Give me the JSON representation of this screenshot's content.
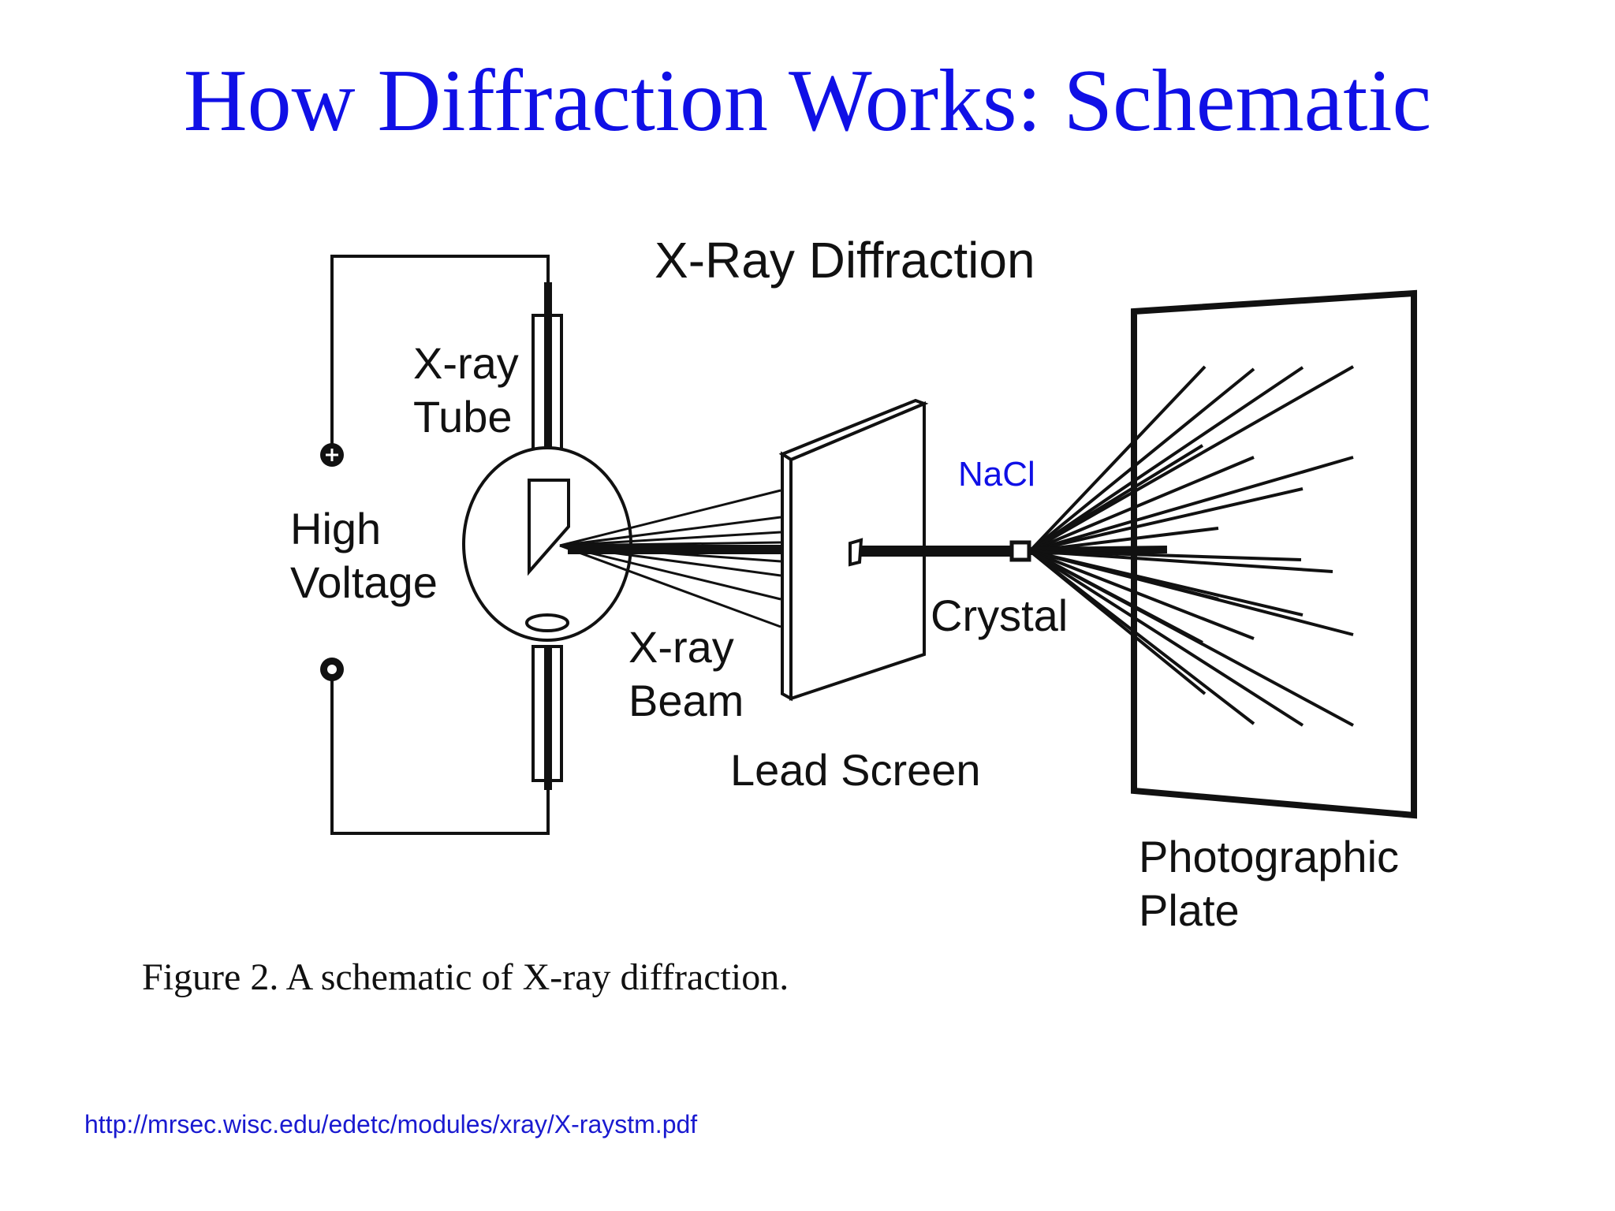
{
  "slide": {
    "title": "How Diffraction Works: Schematic",
    "caption": "Figure 2.  A schematic of X-ray diffraction.",
    "source_url": "http://mrsec.wisc.edu/edetc/modules/xray/X-raystm.pdf"
  },
  "diagram": {
    "heading": "X-Ray Diffraction",
    "labels": {
      "tube_line1": "X-ray",
      "tube_line2": "Tube",
      "voltage_line1": "High",
      "voltage_line2": "Voltage",
      "beam_line1": "X-ray",
      "beam_line2": "Beam",
      "lead_screen": "Lead Screen",
      "crystal": "Crystal",
      "nacl": "NaCl",
      "plate_line1": "Photographic",
      "plate_line2": "Plate"
    }
  },
  "colors": {
    "title": "#1010e6",
    "annotation": "#1010e6",
    "ink": "#111111",
    "url": "#1a1ad0"
  }
}
